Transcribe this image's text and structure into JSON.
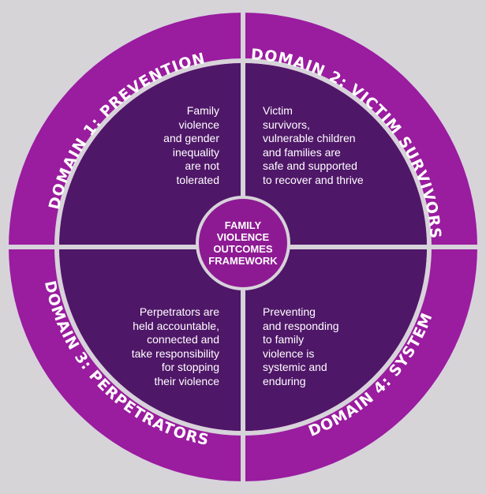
{
  "center": {
    "label": "FAMILY\nVIOLENCE\nOUTCOMES\nFRAMEWORK"
  },
  "domains": [
    {
      "ring_label": "DOMAIN 1: PREVENTION",
      "outcome": "Family\nviolence\nand gender\ninequality\nare not\ntolerated"
    },
    {
      "ring_label": "DOMAIN 2: VICTIM SURVIVORS",
      "outcome": "Victim\nsurvivors,\nvulnerable children\nand families are\nsafe and supported\nto recover and thrive"
    },
    {
      "ring_label": "DOMAIN 3: PERPETRATORS",
      "outcome": "Perpetrators are\nheld accountable,\nconnected and\ntake responsibility\nfor stopping\ntheir violence"
    },
    {
      "ring_label": "DOMAIN 4: SYSTEM",
      "outcome": "Preventing\nand responding\nto family\nviolence is\nsystemic and\nenduring"
    }
  ],
  "colors": {
    "background": "#d6d4d6",
    "outer_ring": "#9a1c9f",
    "inner_disc": "#4f1768",
    "divider": "#d7d3da",
    "text": "#ffffff"
  }
}
